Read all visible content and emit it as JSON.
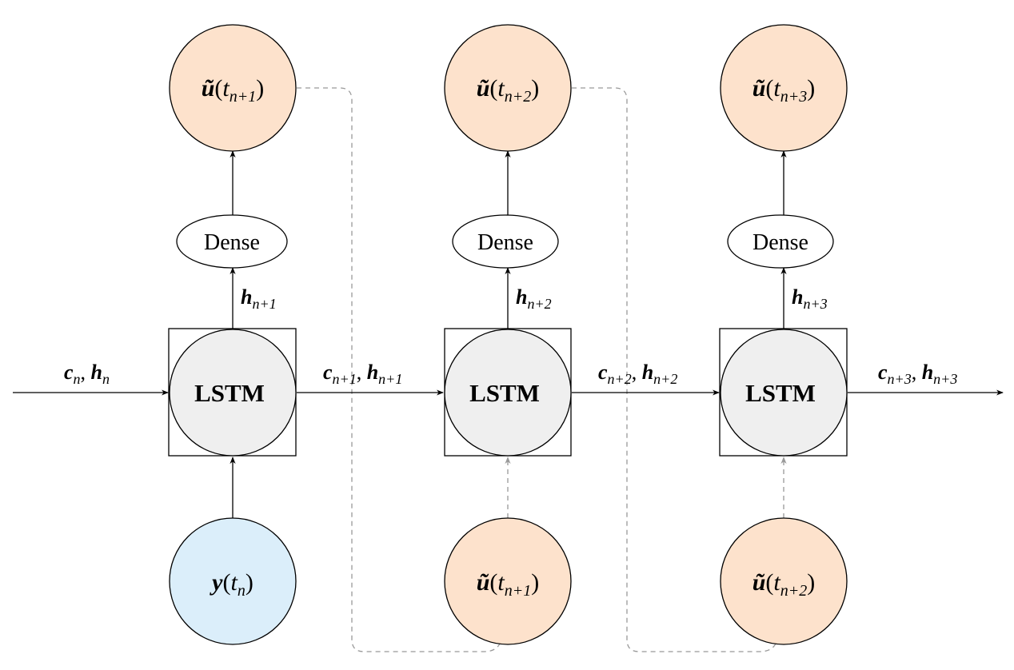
{
  "colors": {
    "lstm_fill": "#efefef",
    "output_fill": "#fde2cc",
    "input_fill": "#dbeefa",
    "dense_fill": "#ffffff",
    "line": "#000000",
    "feedback_line": "#999999"
  },
  "cells": [
    {
      "lstm_label": "LSTM",
      "dense_label": "Dense",
      "hidden_label": {
        "base": "h",
        "sub": "n+1"
      },
      "output_label": {
        "base": "ũ",
        "arg": "t",
        "sub": "n+1"
      },
      "input_label": {
        "base": "y",
        "arg": "t",
        "sub": "n"
      },
      "input_kind": "observation"
    },
    {
      "lstm_label": "LSTM",
      "dense_label": "Dense",
      "hidden_label": {
        "base": "h",
        "sub": "n+2"
      },
      "output_label": {
        "base": "ũ",
        "arg": "t",
        "sub": "n+2"
      },
      "input_label": {
        "base": "ũ",
        "arg": "t",
        "sub": "n+1"
      },
      "input_kind": "feedback"
    },
    {
      "lstm_label": "LSTM",
      "dense_label": "Dense",
      "hidden_label": {
        "base": "h",
        "sub": "n+3"
      },
      "output_label": {
        "base": "ũ",
        "arg": "t",
        "sub": "n+3"
      },
      "input_label": {
        "base": "ũ",
        "arg": "t",
        "sub": "n+2"
      },
      "input_kind": "feedback"
    }
  ],
  "state_edges": [
    {
      "c": "c",
      "c_sub": "n",
      "h": "h",
      "h_sub": "n"
    },
    {
      "c": "c",
      "c_sub": "n+1",
      "h": "h",
      "h_sub": "n+1"
    },
    {
      "c": "c",
      "c_sub": "n+2",
      "h": "h",
      "h_sub": "n+2"
    },
    {
      "c": "c",
      "c_sub": "n+3",
      "h": "h",
      "h_sub": "n+3"
    }
  ]
}
